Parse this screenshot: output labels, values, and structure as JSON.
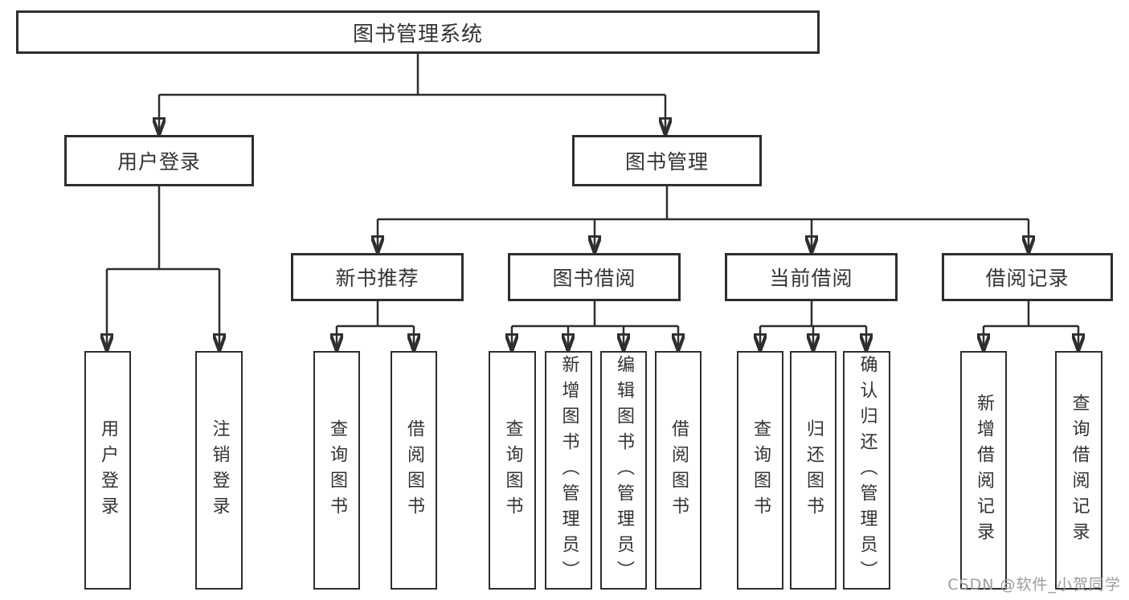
{
  "diagram_type": "hierarchy-tree",
  "colors": {
    "line": "#2e2e2e",
    "box_border": "#2e2e2e",
    "text": "#333333",
    "background": "#ffffff",
    "watermark": "#9b9b9b"
  },
  "tree": {
    "title": "图书管理系统",
    "children": [
      {
        "label": "用户登录",
        "children": [
          {
            "label": "用户登录"
          },
          {
            "label": "注销登录"
          }
        ]
      },
      {
        "label": "图书管理",
        "children": [
          {
            "label": "新书推荐",
            "children": [
              {
                "label": "查询图书"
              },
              {
                "label": "借阅图书"
              }
            ]
          },
          {
            "label": "图书借阅",
            "children": [
              {
                "label": "查询图书"
              },
              {
                "label": "新增图书（管理员）"
              },
              {
                "label": "编辑图书（管理员）"
              },
              {
                "label": "借阅图书"
              }
            ]
          },
          {
            "label": "当前借阅",
            "children": [
              {
                "label": "查询图书"
              },
              {
                "label": "归还图书"
              },
              {
                "label": "确认归还（管理员）"
              }
            ]
          },
          {
            "label": "借阅记录",
            "children": [
              {
                "label": "新增借阅记录"
              },
              {
                "label": "查询借阅记录"
              }
            ]
          }
        ]
      }
    ]
  },
  "watermark": "CSDN @软件_小贺同学"
}
